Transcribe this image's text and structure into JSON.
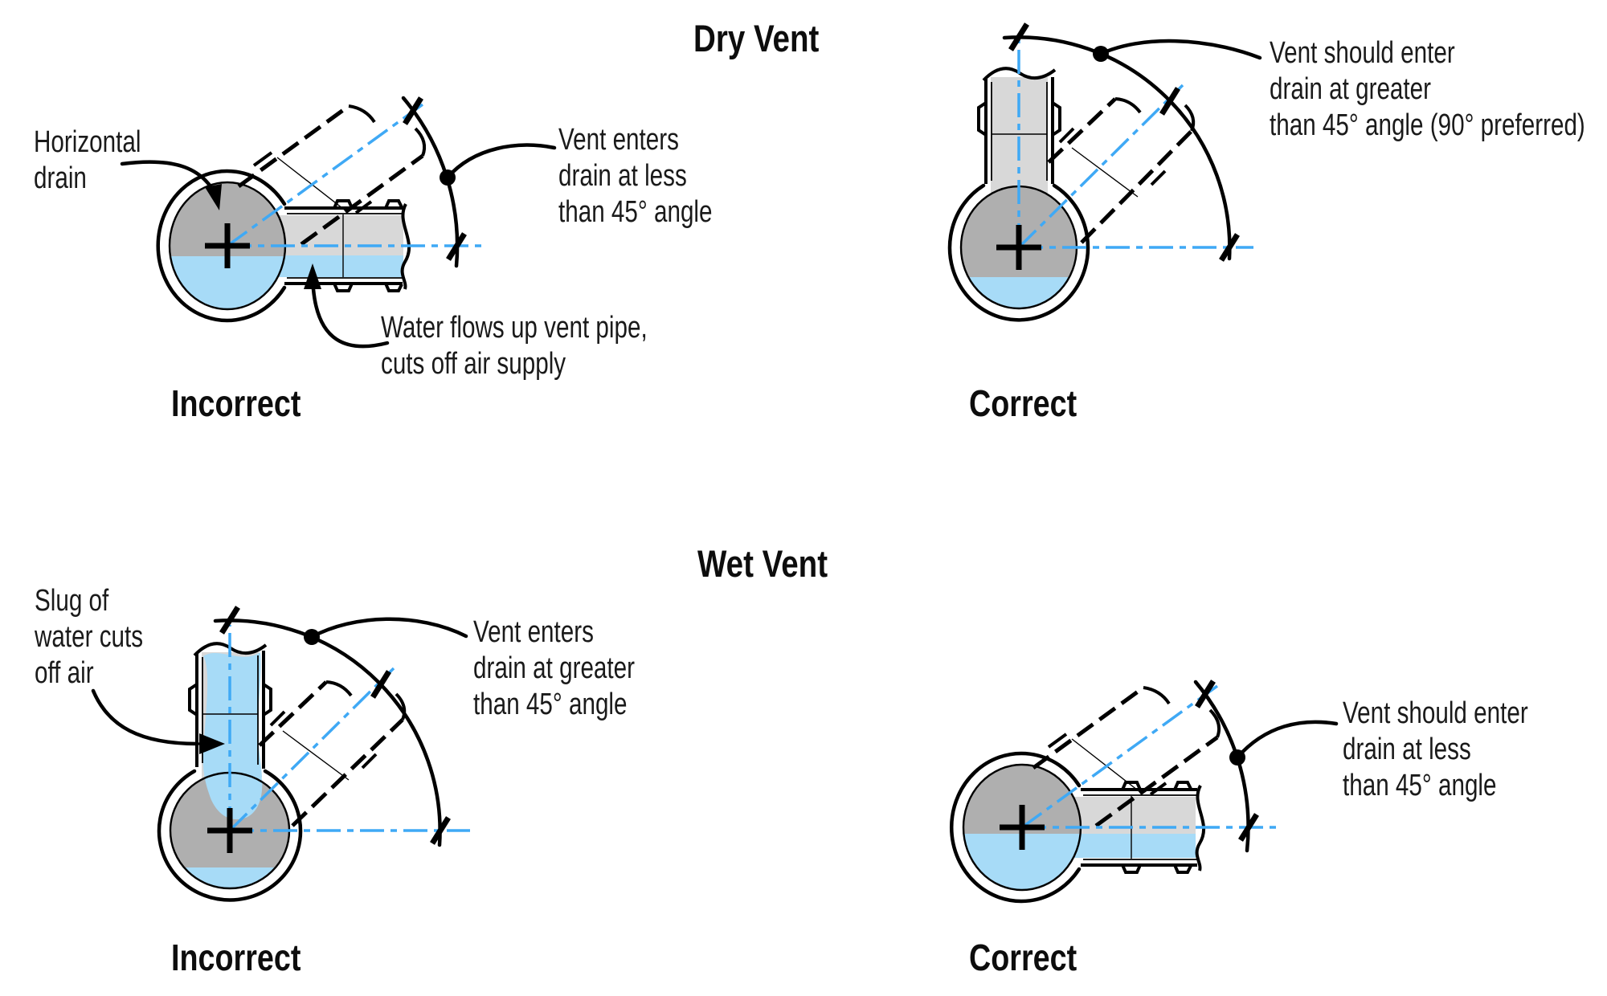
{
  "colors": {
    "water": "#A7DBF7",
    "drain_gray": "#AFAFAF",
    "pipe_gray": "#D8D8D8",
    "centerline_blue": "#3FA9F5",
    "ink": "#000000"
  },
  "sections": {
    "dry": {
      "title": "Dry Vent",
      "incorrect": {
        "verdict": "Incorrect",
        "drain_label": {
          "line1": "Horizontal",
          "line2": "drain"
        },
        "vent_note": {
          "line1": "Vent enters",
          "line2": "drain at less",
          "line3": "than 45° angle"
        },
        "water_note": {
          "line1": "Water flows up vent pipe,",
          "line2": "cuts off air supply"
        }
      },
      "correct": {
        "verdict": "Correct",
        "vent_note": {
          "line1": "Vent should enter",
          "line2": "drain at greater",
          "line3": "than 45° angle (90° preferred)"
        }
      }
    },
    "wet": {
      "title": "Wet Vent",
      "incorrect": {
        "verdict": "Incorrect",
        "slug_note": {
          "line1": "Slug of",
          "line2": "water cuts",
          "line3": "off air"
        },
        "vent_note": {
          "line1": "Vent enters",
          "line2": "drain at greater",
          "line3": "than 45° angle"
        }
      },
      "correct": {
        "verdict": "Correct",
        "vent_note": {
          "line1": "Vent should enter",
          "line2": "drain at less",
          "line3": "than 45° angle"
        }
      }
    }
  }
}
